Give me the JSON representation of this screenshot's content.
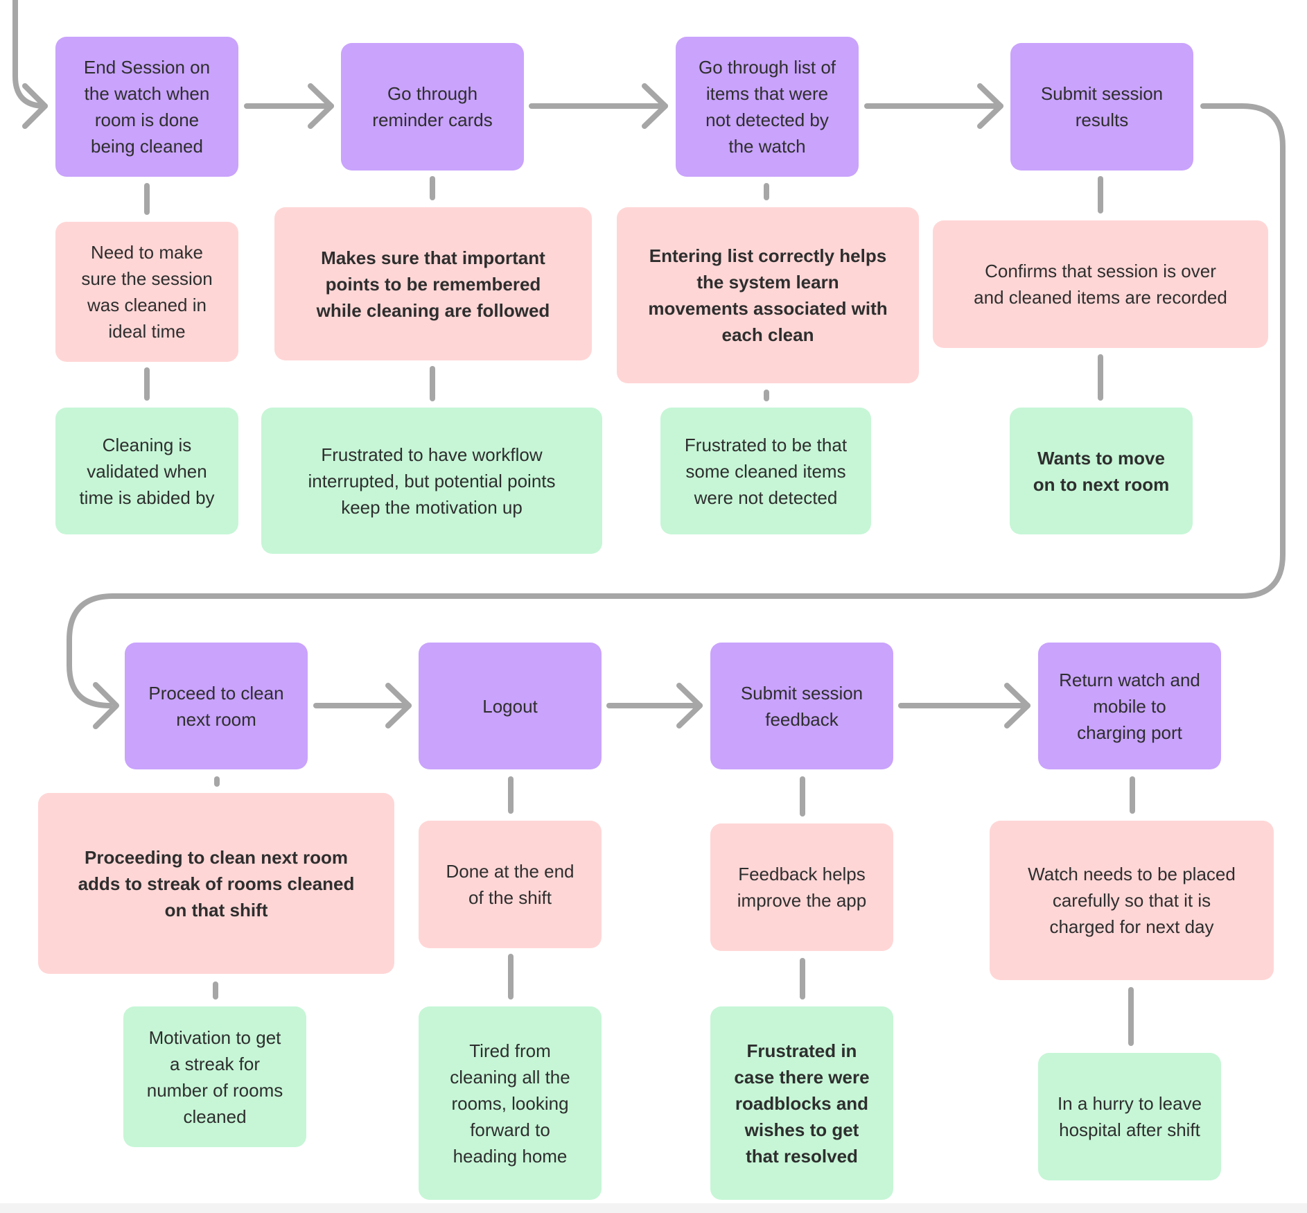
{
  "colors": {
    "step": "#c9a3fc",
    "need": "#ffd6d6",
    "feel": "#c6f6d6",
    "connector": "#a6a6a6"
  },
  "steps": {
    "s1": "End Session on\nthe watch when\nroom is done\nbeing cleaned",
    "s2": "Go through\nreminder cards",
    "s3": "Go through list of\nitems that were\nnot detected by\nthe watch",
    "s4": "Submit session\nresults",
    "s5": "Proceed to clean\nnext room",
    "s6": "Logout",
    "s7": "Submit session\nfeedback",
    "s8": "Return watch and\nmobile to\ncharging port"
  },
  "needs": {
    "n1": "Need to make\nsure the session\nwas cleaned in\nideal time",
    "n2": "Makes sure that important\npoints to be remembered\nwhile cleaning are followed",
    "n3": "Entering list correctly helps\nthe system learn\nmovements associated with\neach clean",
    "n4": "Confirms that session is over\nand cleaned items are recorded",
    "n5": "Proceeding to clean next room\nadds to streak of rooms cleaned\non that shift",
    "n6": "Done at the end\nof the shift",
    "n7": "Feedback helps\nimprove the app",
    "n8": "Watch needs to be placed\ncarefully so that it is\ncharged for next day"
  },
  "feelings": {
    "f1": "Cleaning is\nvalidated when\ntime is abided by",
    "f2": "Frustrated to have workflow\ninterrupted, but potential points\nkeep the motivation up",
    "f3": "Frustrated to be that\nsome cleaned items\nwere not detected",
    "f4": "Wants to move\non to next room",
    "f5": "Motivation to get\na streak for\nnumber of rooms\ncleaned",
    "f6": "Tired from\ncleaning all the\nrooms, looking\nforward to\nheading home",
    "f7": "Frustrated in\ncase there were\nroadblocks and\nwishes to get\nthat resolved",
    "f8": "In a hurry to leave\nhospital after shift"
  }
}
